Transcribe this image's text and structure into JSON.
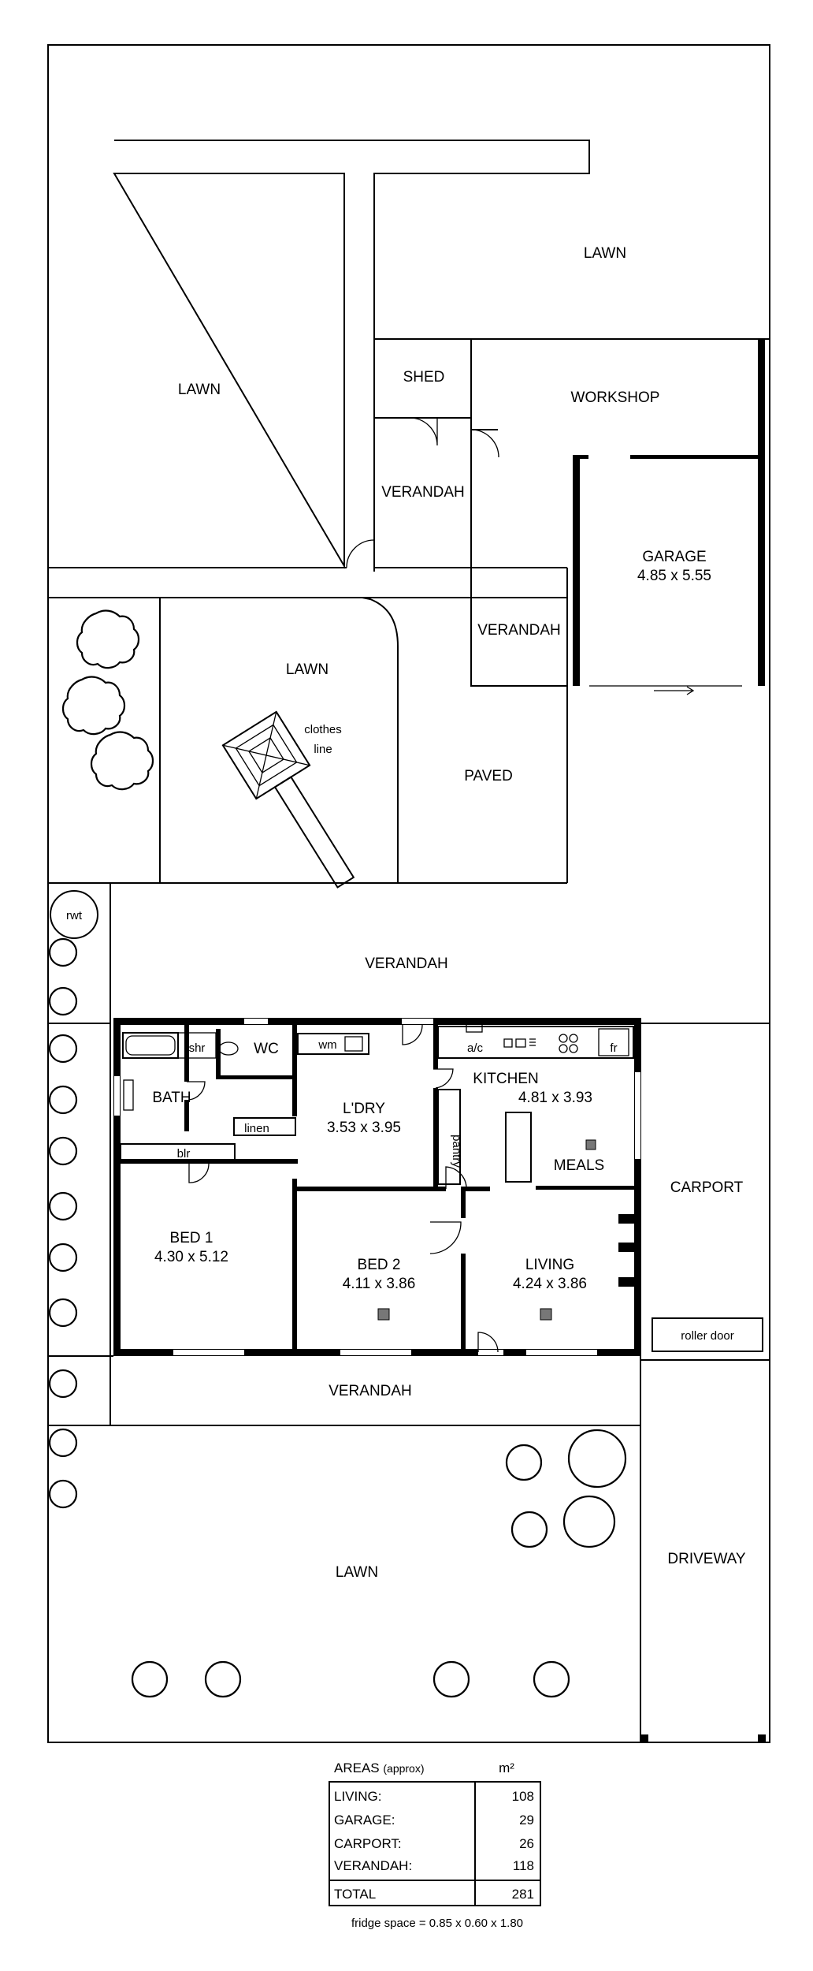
{
  "labels": {
    "lawn_top_left": "LAWN",
    "lawn_top_right": "LAWN",
    "shed": "SHED",
    "workshop": "WORKSHOP",
    "verandah_shed": "VERANDAH",
    "garage": "GARAGE",
    "garage_dim": "4.85 x 5.55",
    "verandah_mid": "VERANDAH",
    "lawn_mid": "LAWN",
    "clothes_line_1": "clothes",
    "clothes_line_2": "line",
    "paved": "PAVED",
    "rwt": "rwt",
    "verandah_main": "VERANDAH",
    "shr": "shr",
    "wc": "WC",
    "wm": "wm",
    "ac": "a/c",
    "fr": "fr",
    "bath": "BATH",
    "linen": "linen",
    "blr": "blr",
    "laundry": "L'DRY",
    "laundry_dim": "3.53 x 3.95",
    "kitchen": "KITCHEN",
    "kitchen_dim": "4.81 x 3.93",
    "pantry": "pantry",
    "meals": "MEALS",
    "carport": "CARPORT",
    "bed1": "BED 1",
    "bed1_dim": "4.30 x 5.12",
    "bed2": "BED 2",
    "bed2_dim": "4.11 x 3.86",
    "living": "LIVING",
    "living_dim": "4.24 x 3.86",
    "roller_door": "roller door",
    "verandah_front": "VERANDAH",
    "lawn_front": "LAWN",
    "driveway": "DRIVEWAY"
  },
  "areas_table": {
    "heading": "AREAS",
    "heading_note": "(approx)",
    "unit": "m²",
    "rows": [
      {
        "name": "LIVING:",
        "value": "108"
      },
      {
        "name": "GARAGE:",
        "value": "29"
      },
      {
        "name": "CARPORT:",
        "value": "26"
      },
      {
        "name": "VERANDAH:",
        "value": "118"
      }
    ],
    "total_label": "TOTAL",
    "total_value": "281"
  },
  "footnote": "fridge space = 0.85 x 0.60 x 1.80"
}
